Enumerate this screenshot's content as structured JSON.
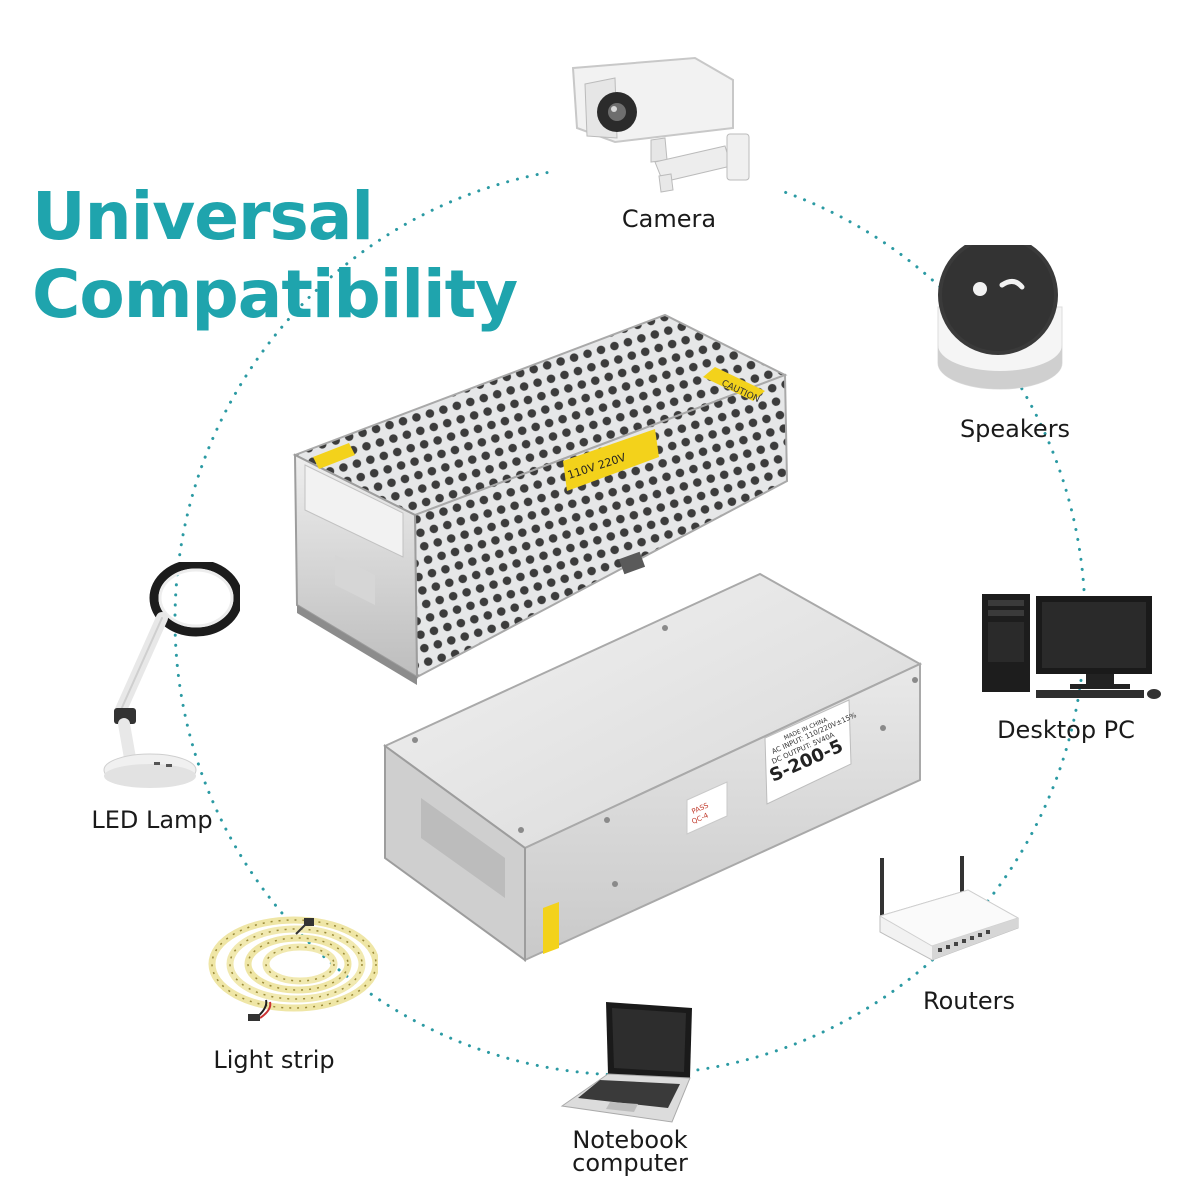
{
  "title": {
    "line1": "Universal",
    "line2": "Compatibility"
  },
  "devices": {
    "camera": "Camera",
    "speakers": "Speakers",
    "desktop_pc": "Desktop PC",
    "routers": "Routers",
    "notebook_line1": "Notebook",
    "notebook_line2": "computer",
    "light_strip": "Light strip",
    "led_lamp": "LED Lamp"
  },
  "psu": {
    "model": "S-200-5",
    "caution": "CAUTION",
    "output": "DC OUTPUT: 5V40A",
    "input": "AC INPUT: 110/220V±15%",
    "voltage_select": "110V  220V",
    "made_in": "MADE IN CHINA",
    "qc": "QC-4",
    "pass": "PASS"
  },
  "colors": {
    "accent": "#1fa4ad",
    "dotted_ring": "#2b9aa3",
    "metal": "#d9dadb",
    "caution_yellow": "#f3d21b"
  }
}
